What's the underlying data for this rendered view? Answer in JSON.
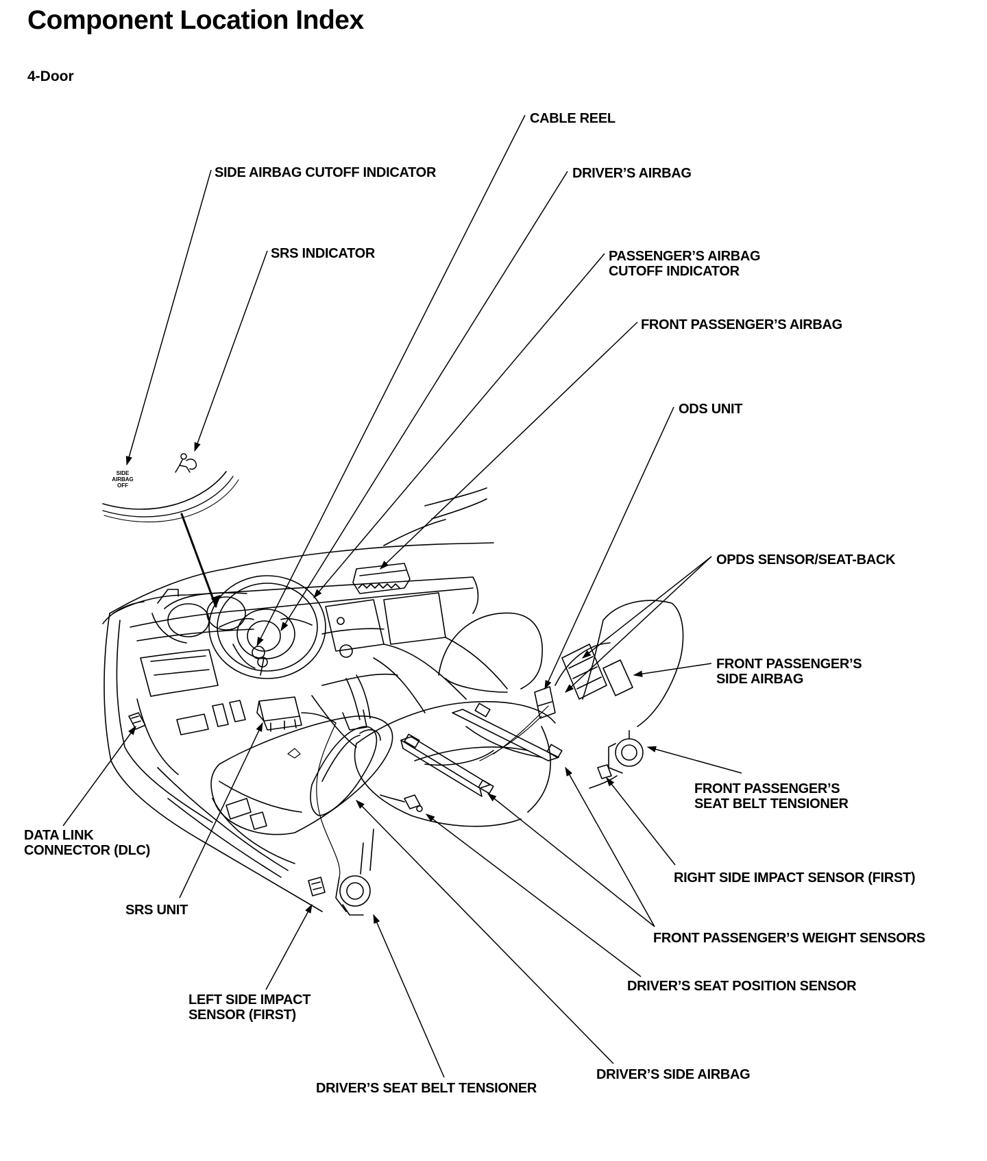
{
  "title": "Component Location Index",
  "subtitle": "4-Door",
  "icons": {
    "side_airbag_off_lines": [
      "SIDE",
      "AIRBAG",
      "OFF"
    ],
    "seated_person_icon": "seated-person-airbag-icon"
  },
  "labels": {
    "cable_reel": "CABLE REEL",
    "side_airbag_cutoff_indicator": "SIDE AIRBAG CUTOFF INDICATOR",
    "drivers_airbag": "DRIVER’S AIRBAG",
    "srs_indicator": "SRS INDICATOR",
    "passengers_airbag_cutoff_indicator": [
      "PASSENGER’S AIRBAG",
      "CUTOFF INDICATOR"
    ],
    "front_passengers_airbag": "FRONT PASSENGER’S AIRBAG",
    "ods_unit": "ODS UNIT",
    "opds_sensor_seat_back": "OPDS SENSOR/SEAT-BACK",
    "front_passengers_side_airbag": [
      "FRONT PASSENGER’S",
      "SIDE AIRBAG"
    ],
    "front_passengers_seat_belt_tensioner": [
      "FRONT PASSENGER’S",
      "SEAT BELT TENSIONER"
    ],
    "data_link_connector": [
      "DATA LINK",
      "CONNECTOR (DLC)"
    ],
    "right_side_impact_sensor": "RIGHT SIDE IMPACT SENSOR (FIRST)",
    "srs_unit": "SRS UNIT",
    "front_passengers_weight_sensors": "FRONT PASSENGER’S WEIGHT SENSORS",
    "drivers_seat_position_sensor": "DRIVER’S SEAT POSITION SENSOR",
    "left_side_impact_sensor": [
      "LEFT SIDE IMPACT",
      "SENSOR (FIRST)"
    ],
    "drivers_side_airbag": "DRIVER’S SIDE AIRBAG",
    "drivers_seat_belt_tensioner": "DRIVER’S SEAT BELT TENSIONER"
  }
}
